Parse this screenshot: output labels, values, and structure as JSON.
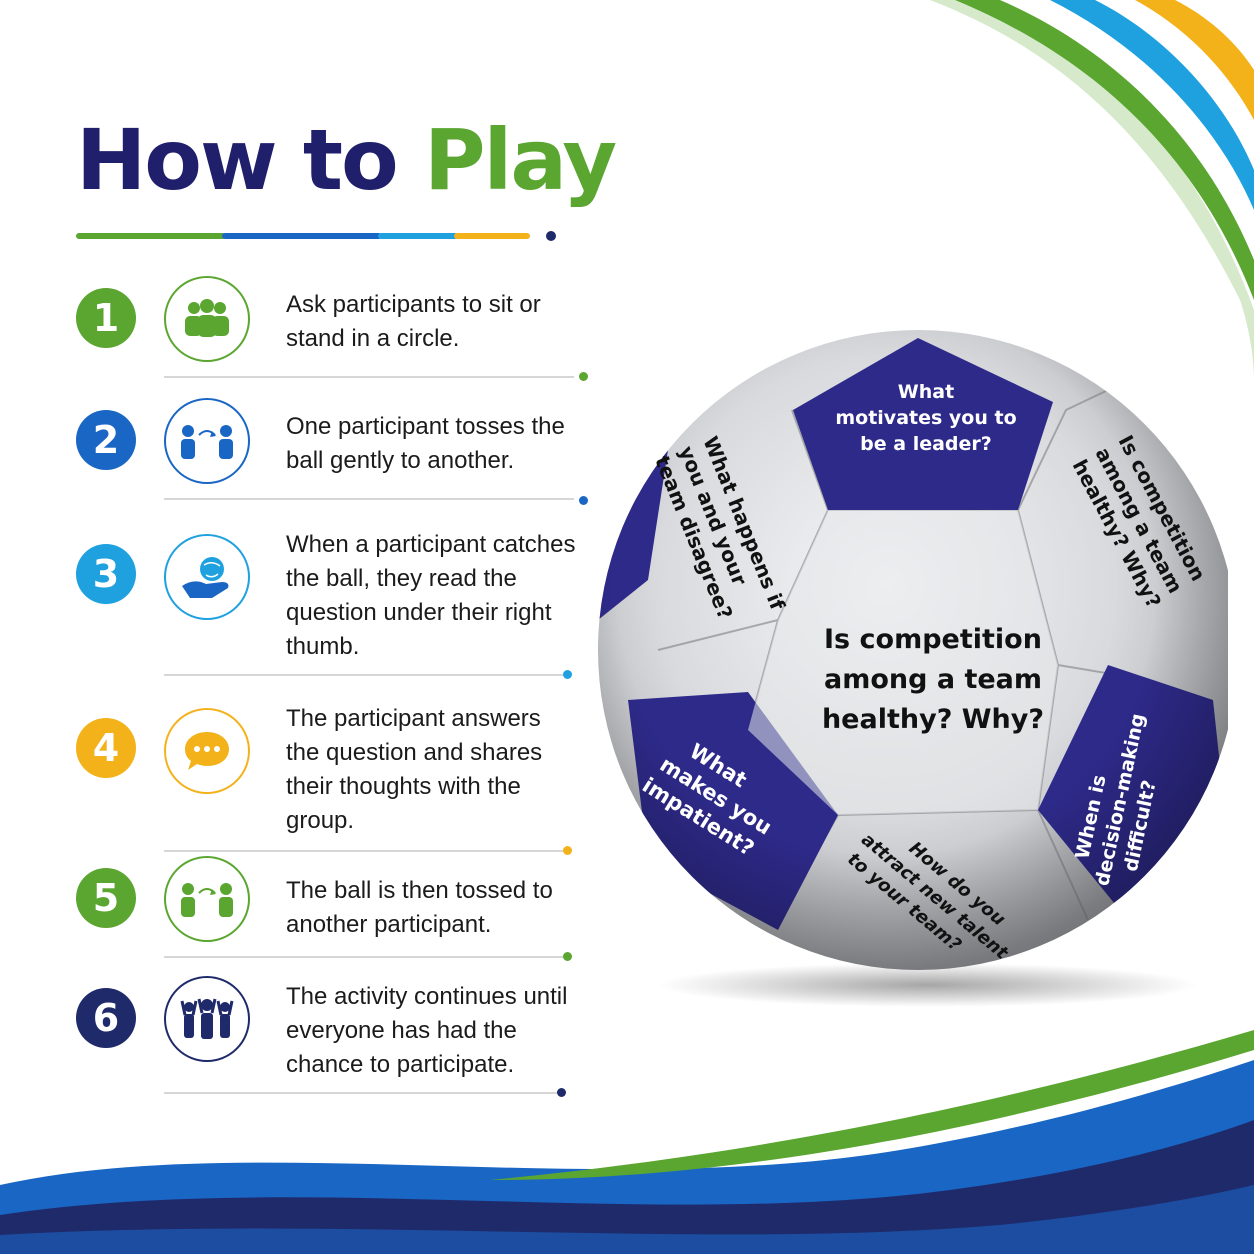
{
  "title": {
    "word1": "How to",
    "word2": "Play"
  },
  "colors": {
    "navy": "#1f2a6b",
    "green": "#5aa630",
    "blue": "#1a66c4",
    "light_blue": "#1fa1e0",
    "yellow": "#f3b21a",
    "ball_purple": "#2e2a8a",
    "ball_silver": "#d9dadd"
  },
  "steps": [
    {
      "number": "1",
      "color": "green",
      "icon": "group-icon",
      "text": "Ask participants to sit or stand in a circle."
    },
    {
      "number": "2",
      "color": "blue",
      "icon": "toss-icon",
      "text": "One participant tosses the ball gently to another."
    },
    {
      "number": "3",
      "color": "light_blue",
      "icon": "catch-ball-icon",
      "text": "When a participant catches the ball, they read the question under their right thumb."
    },
    {
      "number": "4",
      "color": "yellow",
      "icon": "speech-bubble-icon",
      "text": "The participant answers the question and shares their thoughts with the group."
    },
    {
      "number": "5",
      "color": "green",
      "icon": "toss-icon",
      "text": "The ball is then tossed to another participant."
    },
    {
      "number": "6",
      "color": "navy",
      "icon": "cheering-group-icon",
      "text": "The activity continues until everyone has had the chance to participate."
    }
  ],
  "ball": {
    "center_question": "Is competition among a team healthy? Why?",
    "top_question": "What motivates you to be a leader?",
    "right_top_question": "Is competition among a team healthy? Why?",
    "left_top_question": "What happens if you and your team disagree?",
    "left_bottom_question": "What makes you impatient?",
    "right_bottom_question": "When is decision-making difficult?",
    "bottom_question": "How do you attract new talent to your team?"
  }
}
